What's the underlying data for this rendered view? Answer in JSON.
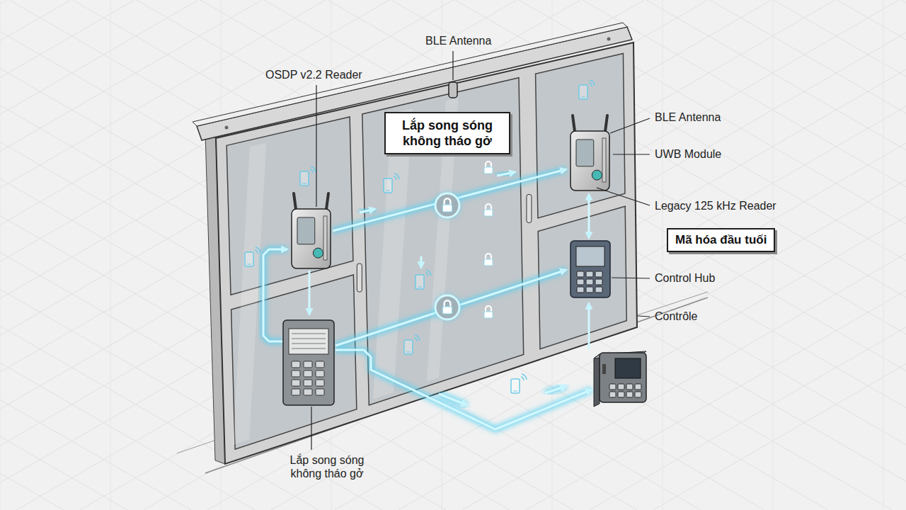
{
  "diagram": {
    "nodes": [
      {
        "text": [
          "Lắp song sóng không tháo gở"
        ]
      },
      {
        "text": [
          "Mã hóa đầu tuối"
        ]
      }
    ],
    "labels": [
      "BLE Antenna",
      "OSDP v2.2 Reader",
      "BLE Antenna",
      "UWB Module",
      "Legacy 125 kHz Reader",
      "Control Hub",
      "Contrôle",
      "Lắp song sóng không tháo gở"
    ]
  }
}
